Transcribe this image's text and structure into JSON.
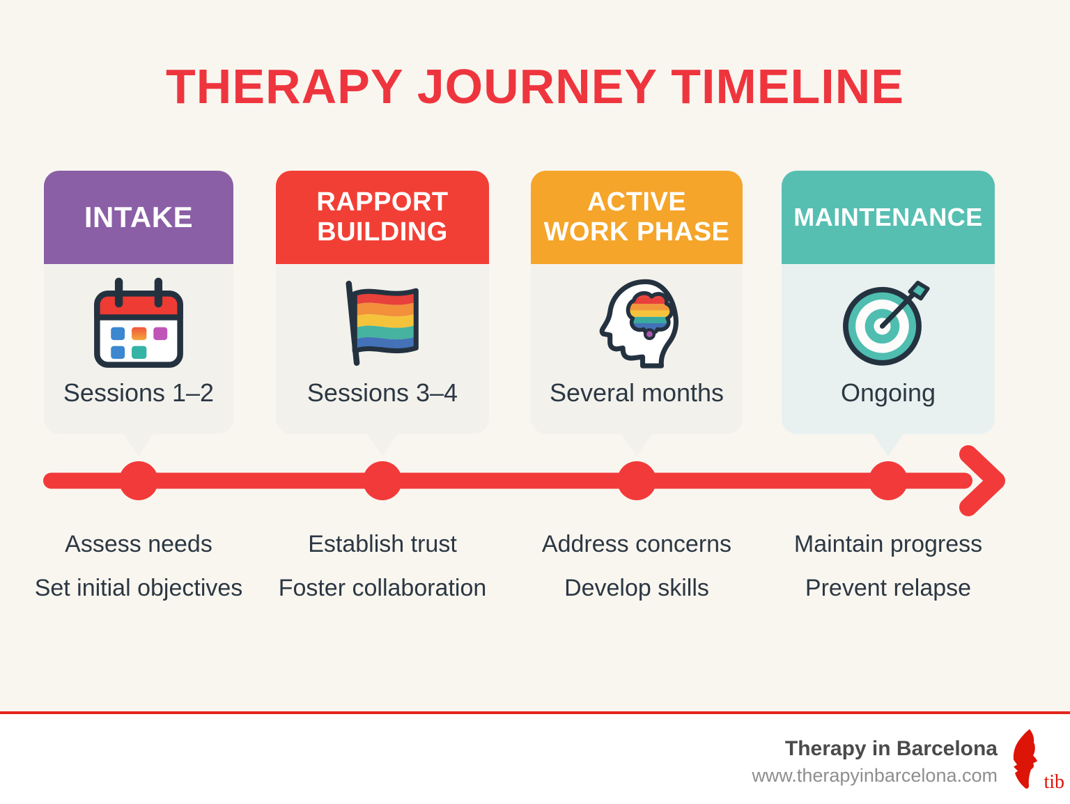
{
  "title": "THERAPY JOURNEY TIMELINE",
  "phases": [
    {
      "name": "INTAKE",
      "duration": "Sessions 1–2",
      "icon": "calendar-icon",
      "header_color": "#8a5fa6",
      "points": [
        "Assess needs",
        "Set initial objectives"
      ]
    },
    {
      "name": "RAPPORT\nBUILDING",
      "duration": "Sessions 3–4",
      "icon": "pride-flag-icon",
      "header_color": "#f23f35",
      "points": [
        "Establish trust",
        "Foster collaboration"
      ]
    },
    {
      "name": "ACTIVE\nWORK PHASE",
      "duration": "Several months",
      "icon": "head-brain-icon",
      "header_color": "#f5a52a",
      "points": [
        "Address concerns",
        "Develop skills"
      ]
    },
    {
      "name": "MAINTENANCE",
      "duration": "Ongoing",
      "icon": "target-icon",
      "header_color": "#56bfb2",
      "points": [
        "Maintain progress",
        "Prevent relapse"
      ]
    }
  ],
  "timeline": {
    "color": "#f23a3a",
    "direction": "left-to-right",
    "milestone_count": 4
  },
  "footer": {
    "brand": "Therapy in Barcelona",
    "website": "www.therapyinbarcelona.com",
    "logo_text": "tib",
    "accent_color": "#e3261d"
  },
  "colors": {
    "background": "#f9f6f0",
    "title": "#ee353e",
    "text_dark": "#2b3742",
    "card_body": "#f3f1ec",
    "card_body_maintenance": "#e8f1ef"
  }
}
